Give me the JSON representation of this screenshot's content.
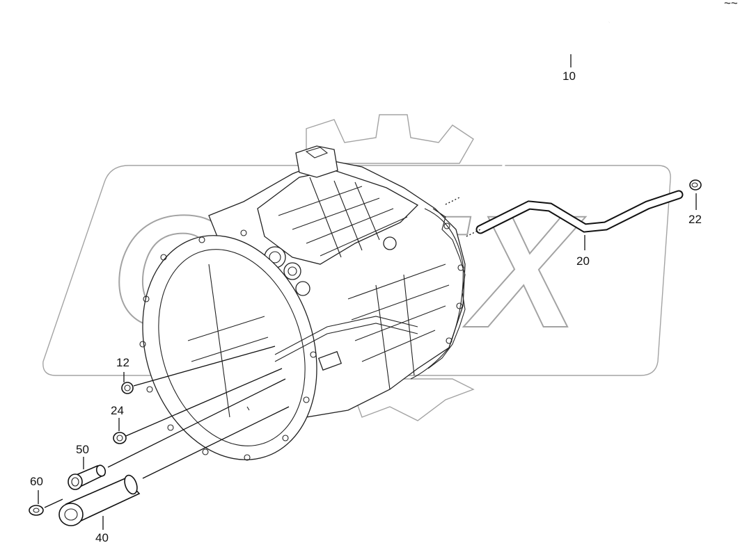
{
  "diagram": {
    "watermark_text": "OREX",
    "corner_mark": "~~",
    "callouts": [
      {
        "id": "10",
        "label": "10"
      },
      {
        "id": "20",
        "label": "20"
      },
      {
        "id": "22",
        "label": "22"
      },
      {
        "id": "12",
        "label": "12"
      },
      {
        "id": "24",
        "label": "24"
      },
      {
        "id": "50",
        "label": "50"
      },
      {
        "id": "60",
        "label": "60"
      },
      {
        "id": "40",
        "label": "40"
      }
    ]
  }
}
